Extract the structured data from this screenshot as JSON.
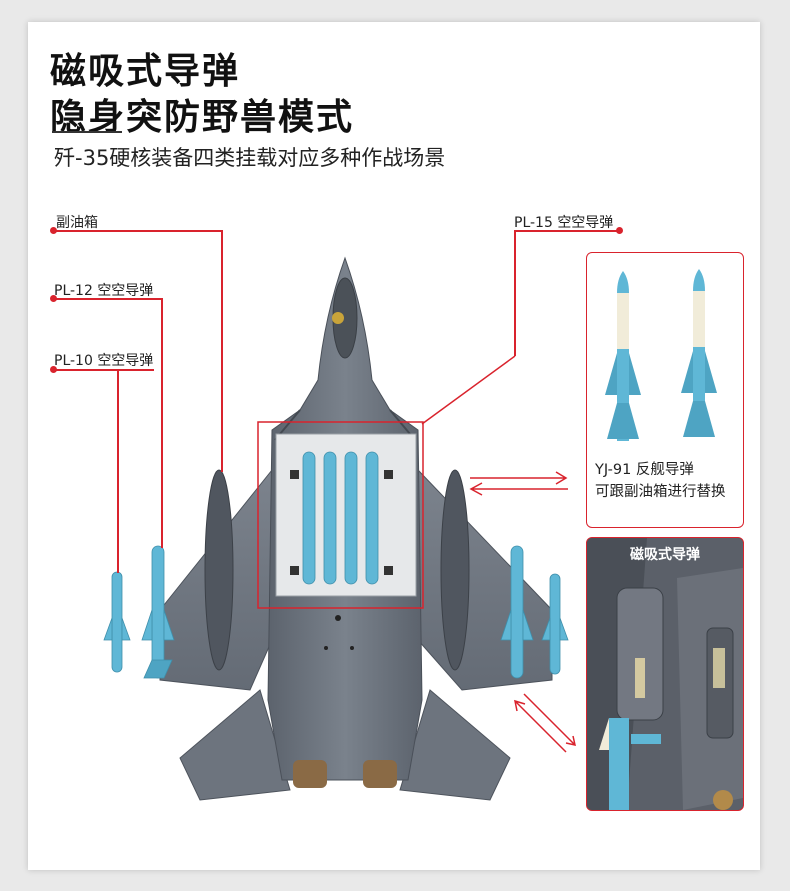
{
  "heading": {
    "line1": "磁吸式导弹",
    "line2": "隐身突防野兽模式",
    "subtitle": "歼-35硬核装备四类挂载对应多种作战场景"
  },
  "callouts": {
    "drop_tank": "副油箱",
    "pl12": "PL-12 空空导弹",
    "pl10": "PL-10 空空导弹",
    "pl15": "PL-15 空空导弹"
  },
  "yj91_inset": {
    "line1": "YJ-91 反舰导弹",
    "line2": "可跟副油箱进行替换"
  },
  "magnet_inset": {
    "title": "磁吸式导弹"
  },
  "colors": {
    "accent_red": "#d9232d",
    "missile_blue": "#5fb7d6",
    "airframe_gray": "#6e7580"
  }
}
